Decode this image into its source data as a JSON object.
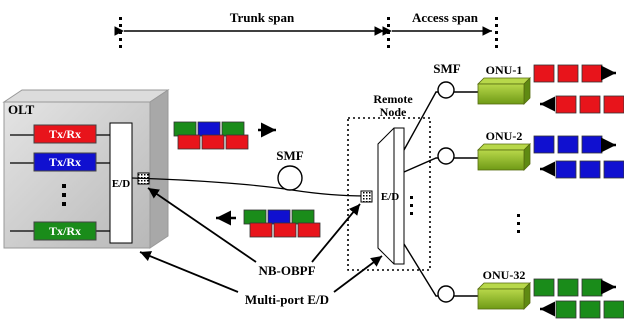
{
  "spans": {
    "trunk": "Trunk span",
    "access": "Access span"
  },
  "olt": {
    "title": "OLT",
    "txrx_labels": [
      "Tx/Rx",
      "Tx/Rx",
      "Tx/Rx"
    ],
    "txrx_colors": [
      "#e8141b",
      "#1010d0",
      "#1a8c1a"
    ],
    "ed_label": "E/D"
  },
  "fiber": {
    "trunk_smf": "SMF",
    "access_smf": "SMF"
  },
  "remote_node": {
    "title_line1": "Remote",
    "title_line2": "Node",
    "ed_label": "E/D"
  },
  "onus": [
    {
      "label": "ONU-1",
      "color": "#e8141b"
    },
    {
      "label": "ONU-2",
      "color": "#1010d0"
    },
    {
      "label": "ONU-32",
      "color": "#1a8c1a"
    }
  ],
  "annotations": {
    "filter": "NB-OBPF",
    "multiport": "Multi-port E/D"
  },
  "colors": {
    "onu_box": "#8fbf2a",
    "olt_box": "#c9c9c9",
    "red": "#e8141b",
    "blue": "#1010d0",
    "green": "#1a8c1a"
  }
}
